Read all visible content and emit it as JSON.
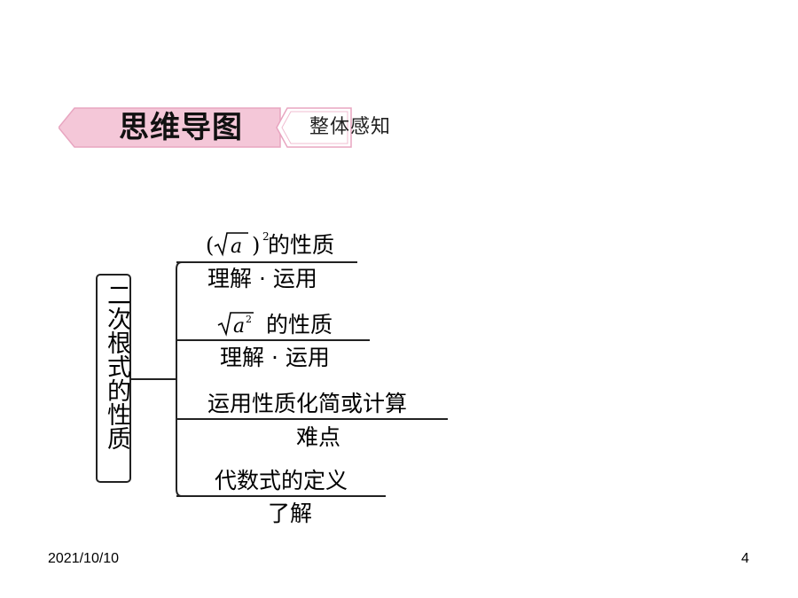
{
  "banner": {
    "title": "思维导图",
    "subtitle": "整体感知",
    "colors": {
      "fill": "#f4c7d8",
      "accent": "#e58aac",
      "sub_fill": "#ffffff"
    }
  },
  "mindmap": {
    "root": "二次根式的性质",
    "branches": [
      {
        "upper": "的性质",
        "formula": "(√a)²",
        "lower": "理解 · 运用"
      },
      {
        "upper": "的性质",
        "formula": "√a²",
        "lower": "理解 · 运用"
      },
      {
        "upper": "运用性质化简或计算",
        "lower": "难点"
      },
      {
        "upper": "代数式的定义",
        "lower": "了解"
      }
    ]
  },
  "footer": {
    "date": "2021/10/10",
    "page": "4"
  }
}
